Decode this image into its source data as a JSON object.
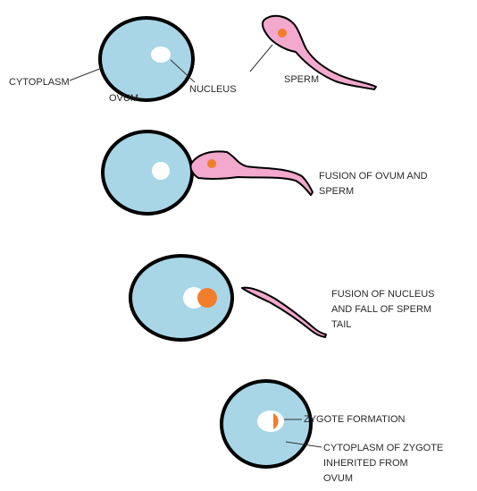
{
  "labels": {
    "cytoplasm": "CYTOPLASM",
    "ovum": "OVUM",
    "nucleus": "NUCLEUS",
    "sperm": "SPERM",
    "fusion_ovum_sperm_1": "FUSION OF OVUM AND",
    "fusion_ovum_sperm_2": "SPERM",
    "fusion_nucleus_1": "FUSION OF NUCLEUS",
    "fusion_nucleus_2": "AND FALL OF SPERM",
    "fusion_nucleus_3": "TAIL",
    "zygote_formation": "ZYGOTE FORMATION",
    "cytoplasm_zygote_1": "CYTOPLASM OF ZYGOTE",
    "cytoplasm_zygote_2": "INHERITED FROM",
    "cytoplasm_zygote_3": "OVUM"
  },
  "colors": {
    "cytoplasm_fill": "#a8d6e6",
    "outline": "#000000",
    "nucleus_fill": "#ffffff",
    "sperm_fill": "#f2a9cd",
    "sperm_nucleus_fill": "#f27d2a"
  }
}
